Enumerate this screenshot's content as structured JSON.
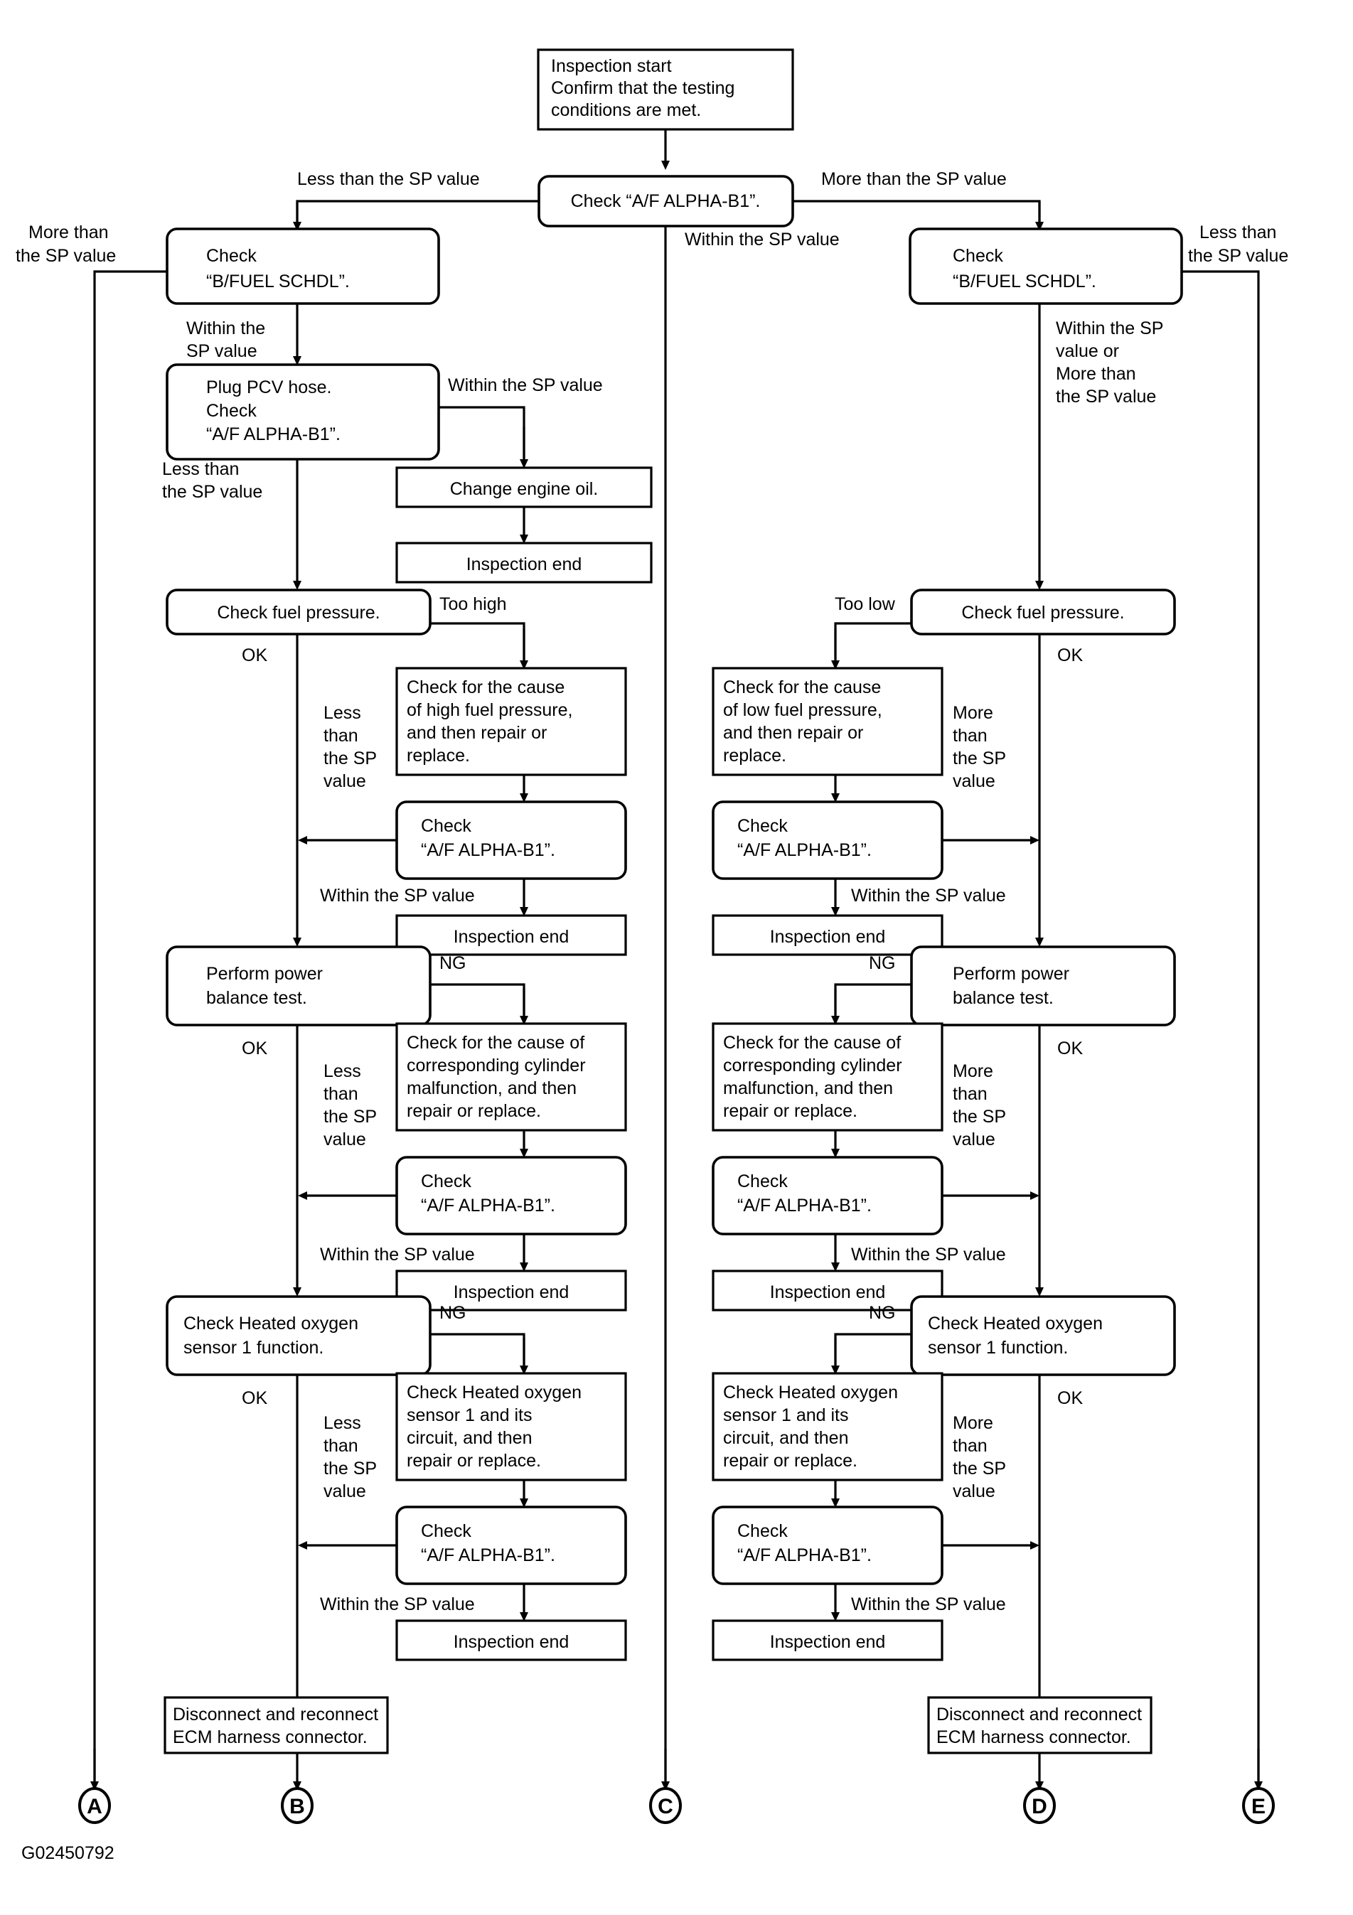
{
  "figure": {
    "code": "G02450792",
    "type": "diagnostic-flowchart"
  },
  "nodes": {
    "start": "Inspection start\nConfirm that the testing\nconditions are met.",
    "check_afalpha_top": "Check \"A/F ALPHA-B1\".",
    "check_bfuel_left": "Check\n\"B/FUEL SCHDL\".",
    "check_bfuel_right": "Check\n\"B/FUEL SCHDL\".",
    "plug_pcv": "Plug PCV hose.\nCheck\n\"A/F ALPHA-B1\".",
    "change_oil": "Change engine oil.",
    "inspection_end": "Inspection end",
    "check_fuel_pressure": "Check fuel pressure.",
    "cause_high_fp": "Check for the cause\nof high fuel pressure,\nand then repair or\nreplace.",
    "cause_low_fp": "Check for the cause\nof low fuel pressure,\nand then repair or\nreplace.",
    "check_afalpha": "Check\n\"A/F ALPHA-B1\".",
    "power_balance": "Perform power\nbalance test.",
    "cause_cylinder": "Check for the cause of\ncorresponding cylinder\nmalfunction, and then\nrepair or replace.",
    "check_ho2s_function": "Check Heated oxygen\nsensor 1 function.",
    "check_ho2s_circuit": "Check Heated oxygen\nsensor 1 and its\ncircuit, and then\nrepair or replace.",
    "disconnect_ecm": "Disconnect and reconnect\nECM harness connector."
  },
  "edge_labels": {
    "less_than_sp_value": "Less than the SP value",
    "more_than_sp_value": "More than the SP value",
    "within_the_sp_value": "Within the SP value",
    "more_than_2l": "More than\nthe SP value",
    "less_than_2l": "Less than\nthe SP value",
    "within_2l": "Within the\nSP value",
    "within_or_more": "Within the SP\nvalue or\nMore than\nthe SP value",
    "too_high": "Too high",
    "too_low": "Too low",
    "ok": "OK",
    "ng": "NG",
    "less_than_4l": "Less\nthan\nthe SP\nvalue",
    "more_than_4l": "More\nthan\nthe SP\nvalue"
  },
  "terminals": [
    {
      "id": "A",
      "label": "A"
    },
    {
      "id": "B",
      "label": "B"
    },
    {
      "id": "C",
      "label": "C"
    },
    {
      "id": "D",
      "label": "D"
    },
    {
      "id": "E",
      "label": "E"
    }
  ],
  "lines": {
    "start_1": "Inspection start",
    "start_2": "Confirm that the testing",
    "start_3": "conditions are met.",
    "check_w": "Check",
    "bfuel_w": "“B/FUEL SCHDL”.",
    "afalpha_w": "“A/F ALPHA-B1”.",
    "afalpha_top": "Check “A/F ALPHA-B1”.",
    "plug_1": "Plug PCV hose.",
    "plug_2": "Check",
    "plug_3": "“A/F ALPHA-B1”.",
    "oil": "Change engine oil.",
    "end": "Inspection end",
    "fp": "Check fuel pressure.",
    "hi_1": "Check for the cause",
    "hi_2": "of high fuel pressure,",
    "hi_3": "and then repair or",
    "hi_4": "replace.",
    "lo_1": "Check for the cause",
    "lo_2": "of low fuel pressure,",
    "lo_3": "and then repair or",
    "lo_4": "replace.",
    "pb_1": "Perform power",
    "pb_2": "balance test.",
    "cyl_1": "Check for the cause of",
    "cyl_2": "corresponding cylinder",
    "cyl_3": "malfunction, and then",
    "cyl_4": "repair or replace.",
    "ho2_1": "Check Heated oxygen",
    "ho2_2": "sensor 1 function.",
    "hoc_1": "Check Heated oxygen",
    "hoc_2": "sensor 1 and its",
    "hoc_3": "circuit, and then",
    "hoc_4": "repair or replace.",
    "dis_1": "Disconnect and reconnect",
    "dis_2": "ECM harness connector.",
    "within_the": "Within the",
    "sp_value": "SP value",
    "more_than": "More than",
    "the_sp_value": "the SP value",
    "less_than": "Less than",
    "within_sp_value_full": "Within the SP value",
    "less_than_sp_full": "Less than the SP value",
    "more_than_sp_full": "More than the SP value",
    "within_sp": "Within the SP",
    "value_or": "value or",
    "too_high": "Too high",
    "too_low": "Too low",
    "ok": "OK",
    "ng": "NG",
    "less": "Less",
    "more": "More",
    "than": "than",
    "the_sp": "the SP",
    "value": "value",
    "code": "G02450792"
  }
}
